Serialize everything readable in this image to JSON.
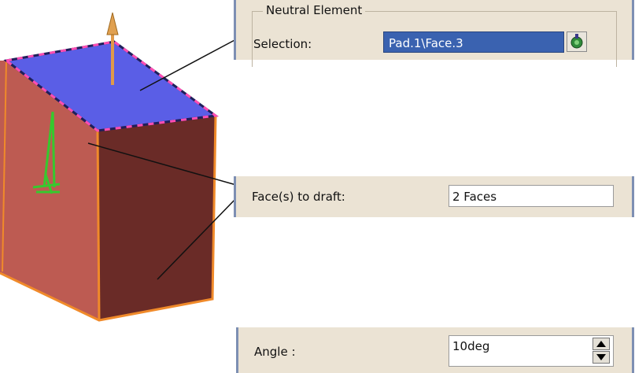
{
  "neutral_element": {
    "legend": "Neutral Element",
    "selection_label": "Selection:",
    "selection_value": "Pad.1\\Face.3",
    "selection_button_icon": "selection-picker-icon"
  },
  "faces_to_draft": {
    "label": "Face(s) to draft:",
    "value": "2 Faces"
  },
  "angle": {
    "label": "Angle :",
    "value": "10deg",
    "spinner_icons": [
      "spin-up-icon",
      "spin-down-icon"
    ]
  },
  "colors": {
    "panel_bg": "#ebe3d4",
    "panel_border": "#7d8fb3",
    "selection_bg": "#3a62b0",
    "top_face": "#5a5ee6",
    "front_face": "#bd5b52",
    "side_face": "#6a2b27",
    "edge": "#f08a2a"
  }
}
